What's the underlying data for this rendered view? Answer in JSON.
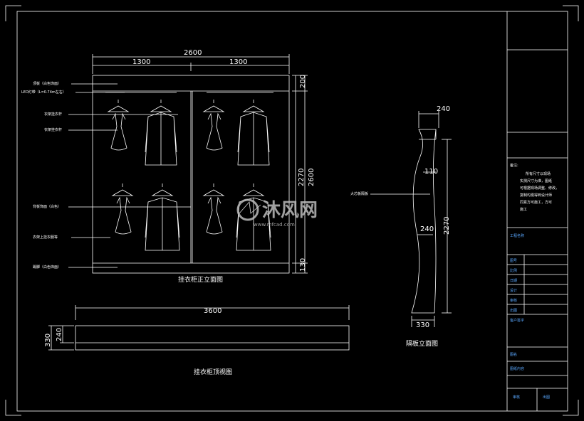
{
  "front_elevation": {
    "title": "挂衣柜正立面图",
    "dims_top": {
      "total": "2600",
      "left": "1300",
      "right": "1300"
    },
    "dims_right": {
      "top": "200",
      "mid": "2270",
      "total": "2600",
      "bottom": "130"
    },
    "labels": [
      "顶板（白色饰面）",
      "LED灯带（L=0.74m左右）",
      "衣架挂衣杆",
      "衣架挂衣杆",
      "背板饰面（白色）",
      "衣架上挂衣服等",
      "踢脚（白色饰面）"
    ]
  },
  "top_view": {
    "title": "挂衣柜顶视图",
    "dim_total": "3600",
    "dim_outer": "330",
    "dim_inner": "240"
  },
  "partition_elevation": {
    "title": "隔板立面图",
    "dim_top": "240",
    "dim_mid1": "110",
    "dim_mid2": "240",
    "dim_height": "2270",
    "dim_bottom": "330",
    "label": "大芯板隔板"
  },
  "watermark": {
    "text": "沐风网",
    "url": "www.mfcad.com"
  },
  "title_block": {
    "notes_title": "备注:",
    "notes_lines": [
      "所有尺寸以现场",
      "实测尺寸为准，图纸",
      "可根据现场调整、修改，",
      "复制均需得到设计师",
      "同意方可施工，方可",
      "施工"
    ],
    "project_label": "工程名称",
    "rows": [
      "图号",
      "比例",
      "日期",
      "设计",
      "审核",
      "出图"
    ],
    "client_label": "客户签字",
    "drawing_title_label": "图名",
    "drawing_content_label": "图纸内容",
    "footer_left": "审核",
    "footer_right": "出图"
  }
}
